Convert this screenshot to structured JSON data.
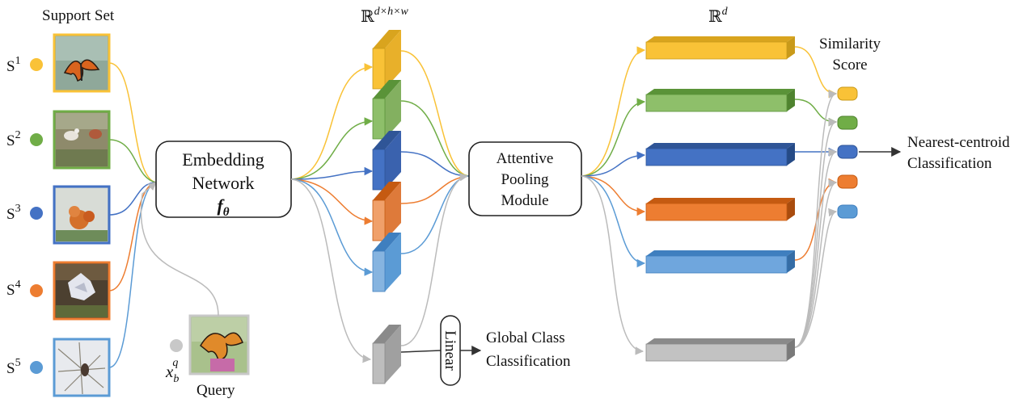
{
  "support": {
    "title": "Support Set",
    "items": [
      {
        "sup": "1",
        "color": "#F9C237"
      },
      {
        "sup": "2",
        "color": "#70AD47"
      },
      {
        "sup": "3",
        "color": "#4472C4"
      },
      {
        "sup": "4",
        "color": "#ED7D31"
      },
      {
        "sup": "5",
        "color": "#5B9BD5"
      }
    ]
  },
  "query": {
    "label": "Query",
    "symbol": "x",
    "sub": "b",
    "sup": "q",
    "color": "#C8C8C8"
  },
  "embedding": {
    "line1": "Embedding",
    "line2": "Network",
    "symbol": "f",
    "sub": "θ"
  },
  "feature_space": {
    "base": "ℝ",
    "sup": "d×h×w"
  },
  "vector_space": {
    "base": "ℝ",
    "sup": "d"
  },
  "pooling": {
    "line1": "Attentive",
    "line2": "Pooling",
    "line3": "Module"
  },
  "linear": {
    "label": "Linear"
  },
  "global": {
    "line1": "Global Class",
    "line2": "Classification"
  },
  "similarity": {
    "line1": "Similarity",
    "line2": "Score"
  },
  "nearest": {
    "line1": "Nearest-centroid",
    "line2": "Classification"
  },
  "colors": {
    "yellow": "#F9C237",
    "green": "#70AD47",
    "blue": "#4472C4",
    "orange": "#ED7D31",
    "lightblue": "#5B9BD5",
    "gray": "#B4B4B4"
  },
  "icons": [
    "butterfly-image",
    "dogs-image",
    "flower-image",
    "flower-white-image",
    "bird-branch-image",
    "query-butterfly-image"
  ]
}
